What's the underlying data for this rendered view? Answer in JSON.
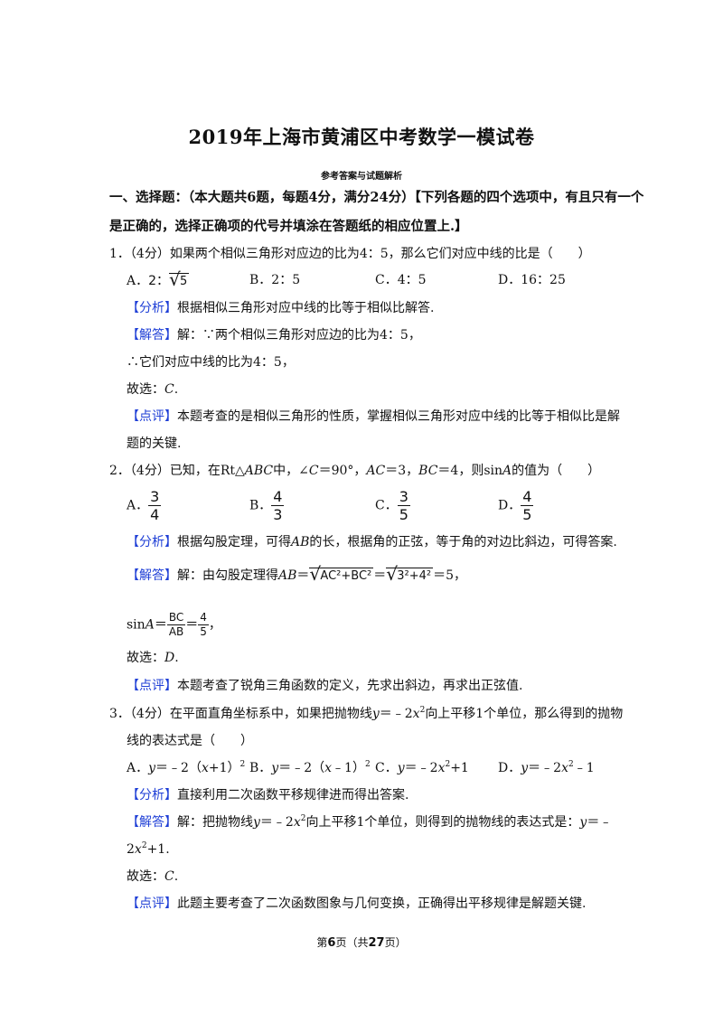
{
  "title": "2019年上海市黄浦区中考数学一模试卷",
  "subtitle": "参考答案与试题解析",
  "section": {
    "line1": "一、选择题：（本大题共6题，每题4分，满分24分）【下列各题的四个选项中，有且只有一个",
    "line2": "是正确的，选择正确项的代号并填涂在答题纸的相应位置上.】"
  },
  "tags": {
    "analysis": "【分析】",
    "answer": "【解答】",
    "comment": "【点评】"
  },
  "q1": {
    "stem": "1．（4分）如果两个相似三角形对应边的比为4：5，那么它们对应中线的比是（　　）",
    "optA_label": "A．",
    "optA_pre": "2：",
    "optA_rad": "5",
    "optB": "B．2：5",
    "optC": "C．4：5",
    "optD": "D．16：25",
    "analysis": "根据相似三角形对应中线的比等于相似比解答.",
    "answer1": "解：∵两个相似三角形对应边的比为4：5，",
    "answer2": "∴它们对应中线的比为4：5，",
    "choice": "故选：",
    "choice_letter": "C",
    "choice_end": ".",
    "comment1": "本题考查的是相似三角形的性质，掌握相似三角形对应中线的比等于相似比是解",
    "comment2": "题的关键."
  },
  "q2": {
    "stem_a": "2．（4分）已知，在Rt△",
    "stem_abc": "ABC",
    "stem_b": "中，∠",
    "stem_c": "C",
    "stem_d": "＝90°，",
    "stem_ac": "AC",
    "stem_e": "＝3，",
    "stem_bc": "BC",
    "stem_f": "＝4，则sin",
    "stem_A": "A",
    "stem_g": "的值为（　　）",
    "optA_label": "A．",
    "optA_n": "3",
    "optA_d": "4",
    "optB_label": "B．",
    "optB_n": "4",
    "optB_d": "3",
    "optC_label": "C．",
    "optC_n": "3",
    "optC_d": "5",
    "optD_label": "D．",
    "optD_n": "4",
    "optD_d": "5",
    "analysis_a": "根据勾股定理，可得",
    "analysis_ab": "AB",
    "analysis_b": "的长，根据角的正弦，等于角的对边比斜边，可得答案.",
    "answer_a": "解：由勾股定理得",
    "answer_ab": "AB",
    "answer_eq": "＝",
    "answer_rad1": "AC²+BC²",
    "answer_eq2": "＝",
    "answer_rad2": "3²+4²",
    "answer_end": "＝5，",
    "sin_label": "sin",
    "sin_A": "A",
    "sin_eq": "＝",
    "sin_n1": "BC",
    "sin_d1": "AB",
    "sin_eq2": "＝",
    "sin_n2": "4",
    "sin_d2": "5",
    "sin_end": "，",
    "choice": "故选：",
    "choice_letter": "D",
    "choice_end": ".",
    "comment": "本题考查了锐角三角函数的定义，先求出斜边，再求出正弦值."
  },
  "q3": {
    "stem1_a": "3．（4分）在平面直角坐标系中，如果把抛物线",
    "stem1_y": "y",
    "stem1_b": "＝﹣2",
    "stem1_x": "x",
    "stem1_sup": "2",
    "stem1_c": "向上平移1个单位，那么得到的抛物",
    "stem2": "线的表达式是（　　）",
    "optA_a": "A．",
    "optA_y": "y",
    "optA_b": "＝﹣2（",
    "optA_x": "x",
    "optA_c": "+1）",
    "optA_sup": "2",
    "optB_a": "B．",
    "optB_y": "y",
    "optB_b": "＝﹣2（",
    "optB_x": "x",
    "optB_c": "﹣1）",
    "optB_sup": "2",
    "optC_a": "C．",
    "optC_y": "y",
    "optC_b": "＝﹣2",
    "optC_x": "x",
    "optC_sup": "2",
    "optC_c": "+1",
    "optD_a": "D．",
    "optD_y": "y",
    "optD_b": "＝﹣2",
    "optD_x": "x",
    "optD_sup": "2",
    "optD_c": "﹣1",
    "analysis": "直接利用二次函数平移规律进而得出答案.",
    "answer1_a": "解：把抛物线",
    "answer1_y": "y",
    "answer1_b": "＝﹣2",
    "answer1_x": "x",
    "answer1_sup": "2",
    "answer1_c": "向上平移1个单位，则得到的抛物线的表达式是：",
    "answer1_y2": "y",
    "answer1_d": "＝﹣",
    "answer2_a": "2",
    "answer2_x": "x",
    "answer2_sup": "2",
    "answer2_b": "+1.",
    "choice": "故选：",
    "choice_letter": "C",
    "choice_end": ".",
    "comment": "此题主要考查了二次函数图象与几何变换，正确得出平移规律是解题关键."
  },
  "footer": {
    "pre": "第",
    "page": "6",
    "mid": "页（共",
    "total": "27",
    "post": "页）"
  }
}
